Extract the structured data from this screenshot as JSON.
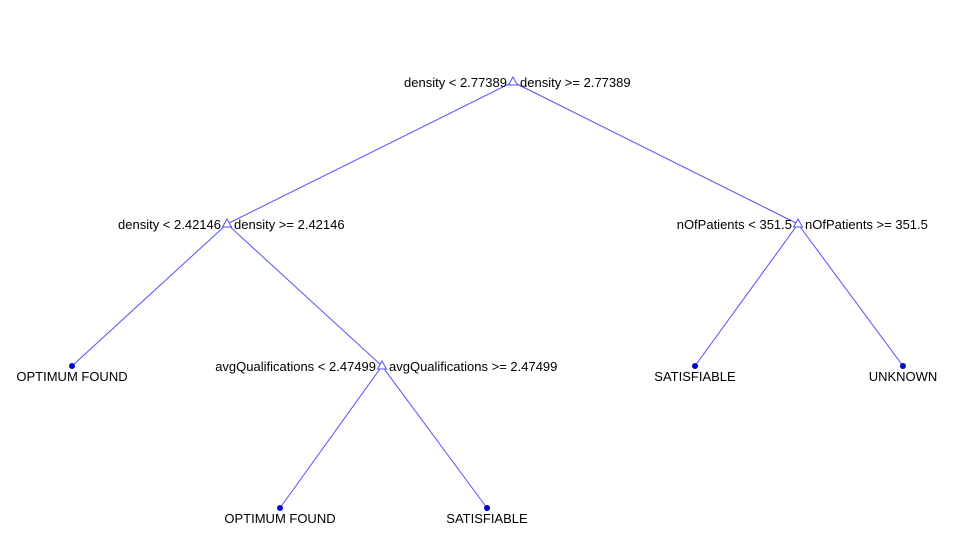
{
  "tree": {
    "colors": {
      "edge": "#5050ff",
      "leaf": "#0000d0",
      "text": "#000000",
      "background": "#ffffff"
    },
    "nodes": [
      {
        "id": "n1",
        "type": "branch",
        "left_label": "density < 2.77389",
        "right_label": "density >= 2.77389"
      },
      {
        "id": "n2",
        "type": "branch",
        "parent": "n1",
        "left_label": "density < 2.42146",
        "right_label": "density >= 2.42146"
      },
      {
        "id": "n3",
        "type": "branch",
        "parent": "n1",
        "left_label": "nOfPatients < 351.5",
        "right_label": "nOfPatients >= 351.5"
      },
      {
        "id": "n4",
        "type": "leaf",
        "parent": "n2",
        "label": "OPTIMUM FOUND"
      },
      {
        "id": "n5",
        "type": "branch",
        "parent": "n2",
        "left_label": "avgQualifications < 2.47499",
        "right_label": "avgQualifications >= 2.47499"
      },
      {
        "id": "n6",
        "type": "leaf",
        "parent": "n3",
        "label": "SATISFIABLE"
      },
      {
        "id": "n7",
        "type": "leaf",
        "parent": "n3",
        "label": "UNKNOWN"
      },
      {
        "id": "n8",
        "type": "leaf",
        "parent": "n5",
        "label": "OPTIMUM FOUND"
      },
      {
        "id": "n9",
        "type": "leaf",
        "parent": "n5",
        "label": "SATISFIABLE"
      }
    ]
  }
}
